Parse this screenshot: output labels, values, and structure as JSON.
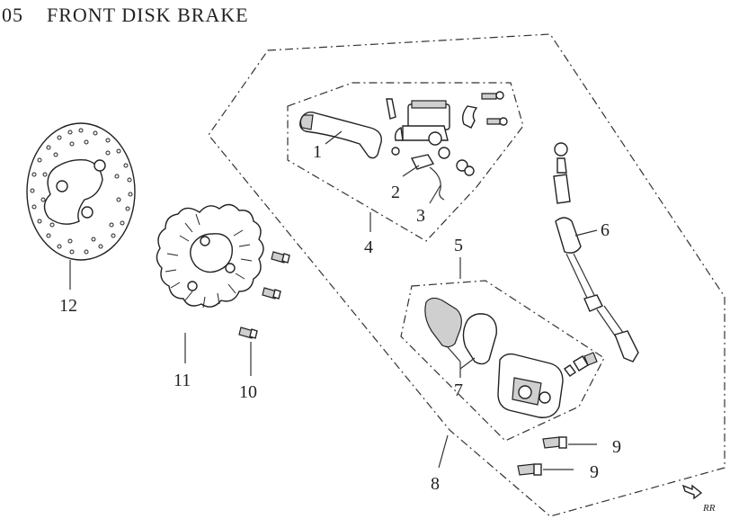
{
  "title": {
    "section": "05",
    "name": "FRONT DISK BRAKE"
  },
  "callouts": [
    "1",
    "2",
    "3",
    "4",
    "5",
    "6",
    "7",
    "8",
    "9",
    "9",
    "10",
    "11",
    "12"
  ],
  "direction": "RR",
  "icons": {
    "arrow": "forward-arrow-icon"
  }
}
